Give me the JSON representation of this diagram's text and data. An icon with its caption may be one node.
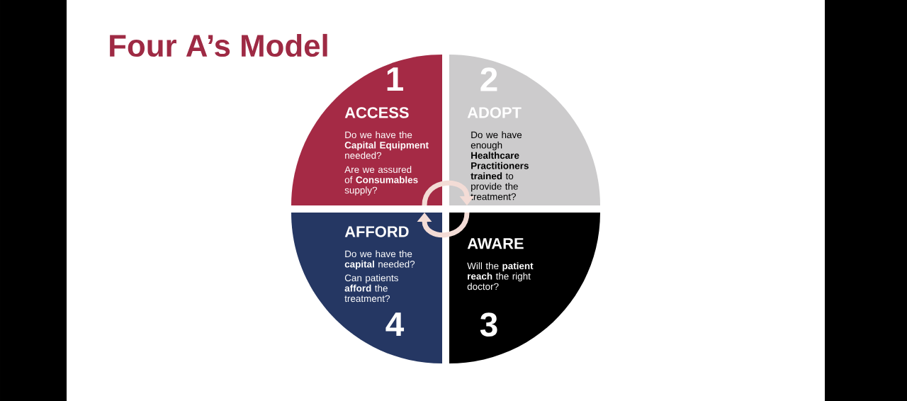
{
  "diagram": {
    "title": "Four A’s  Model",
    "nodes": [
      {
        "text": [
          "1",
          "ACCESS",
          "Do we have the **Capital Equipment** needed?",
          "Are we assured of **Consumables** supply?"
        ]
      },
      {
        "text": [
          "2",
          "ADOPT",
          "Do we have enough **Healthcare Practitioners trained** to provide the treatment?"
        ]
      },
      {
        "text": [
          "AFFORD",
          "Do we have the **capital** needed?",
          "Can patients **afford** the treatment?",
          "4"
        ]
      },
      {
        "text": [
          "AWARE",
          "Will the **patient reach** the right doctor?",
          "3"
        ]
      }
    ],
    "edges": [
      {
        "from": 0,
        "to": 1,
        "arrow": "to"
      },
      {
        "from": 3,
        "to": 2,
        "arrow": "to"
      }
    ]
  }
}
